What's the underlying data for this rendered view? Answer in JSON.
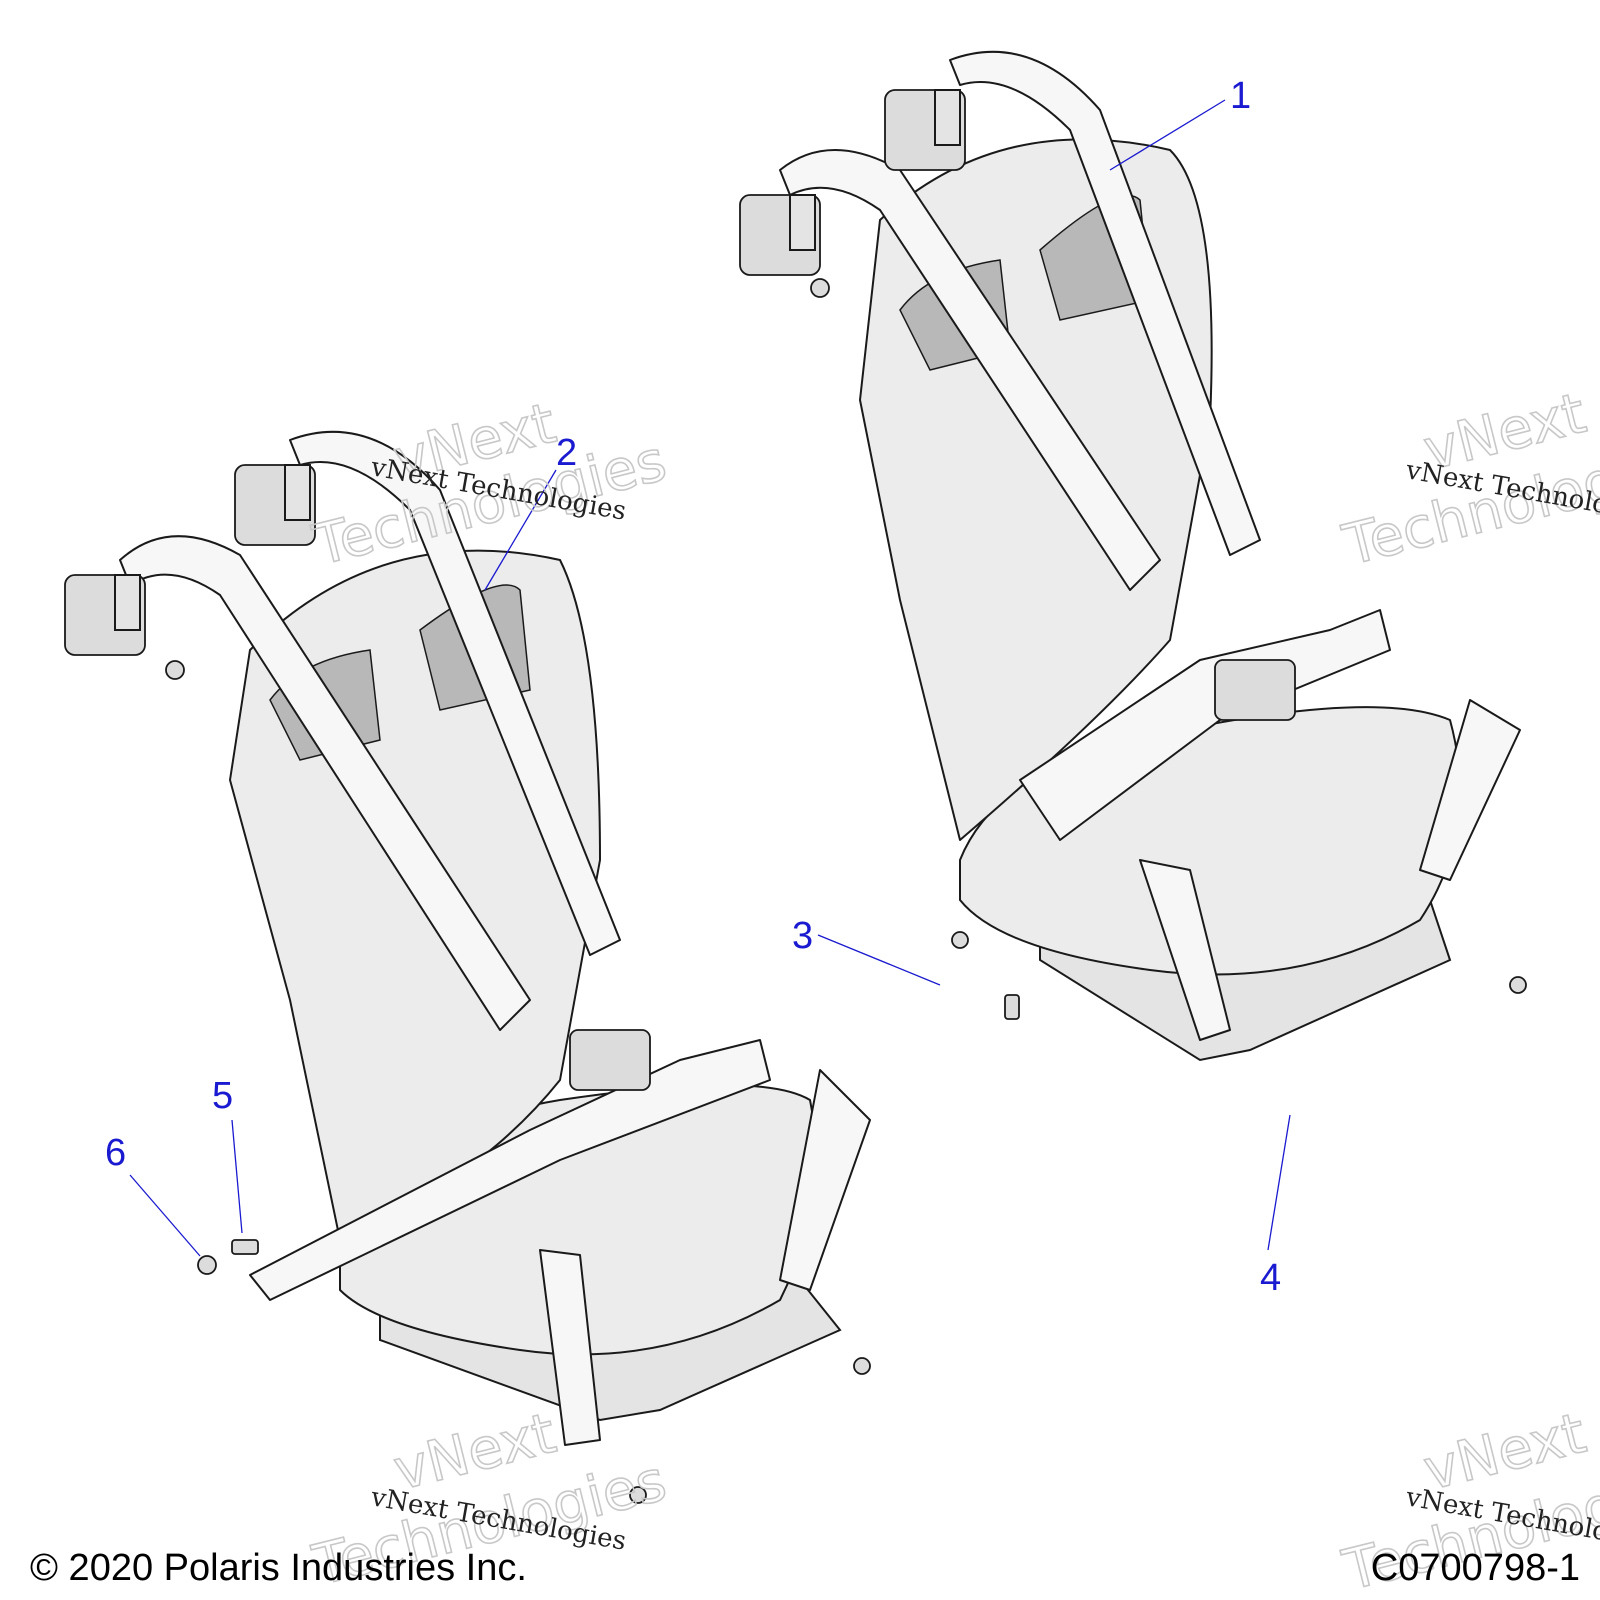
{
  "callouts": {
    "c1": "1",
    "c2": "2",
    "c3": "3",
    "c4": "4",
    "c5": "5",
    "c6": "6"
  },
  "watermark": {
    "line_text": "vNext Technologies",
    "big_word_1": "vNext",
    "big_word_2": "Technologies",
    "color": "#c8c8c8"
  },
  "footer": {
    "copyright": "© 2020 Polaris Industries Inc.",
    "figure_id": "C0700798-1"
  },
  "colors": {
    "callout": "#1a1ad0",
    "line": "#1a1a1a",
    "shade": "#b8b8b8"
  }
}
